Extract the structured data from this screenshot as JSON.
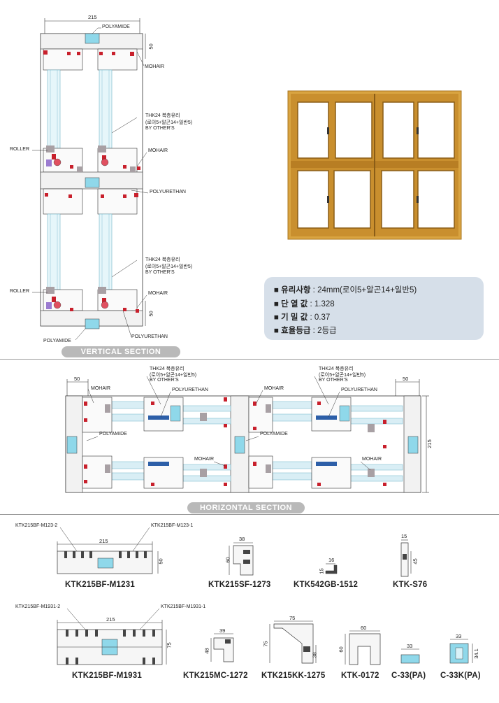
{
  "vertical_section": {
    "title": "VERTICAL SECTION",
    "width_dim": "215",
    "top_dim": "50",
    "bottom_dim": "50",
    "labels": {
      "polyamide_top": "POLYAMIDE",
      "mohair_1": "MOHAIR",
      "glass_1_line1": "THK24 복층유리",
      "glass_1_line2": "(로이5+알곤14+일반5)",
      "glass_1_line3": "BY OTHER'S",
      "roller_1": "ROLLER",
      "mohair_2": "MOHAIR",
      "polyurethan_1": "POLYURETHAN",
      "glass_2_line1": "THK24 복층유리",
      "glass_2_line2": "(로이5+알곤14+일반5)",
      "glass_2_line3": "BY OTHER'S",
      "roller_2": "ROLLER",
      "mohair_3": "MOHAIR",
      "polyurethan_2": "POLYURETHAN",
      "polyamide_bottom": "POLYAMIDE"
    }
  },
  "specs": [
    {
      "key": "유리사항",
      "value": "24mm(로이5+알곤14+일반5)"
    },
    {
      "key": "단 열 값",
      "value": "1.328"
    },
    {
      "key": "기 밀 값",
      "value": "0.37"
    },
    {
      "key": "효율등급",
      "value": "2등급"
    }
  ],
  "horizontal_section": {
    "title": "HORIZONTAL SECTION",
    "left_dim": "50",
    "right_dim": "50",
    "height_dim": "215",
    "labels": {
      "glass_left_line1": "THK24 복층유리",
      "glass_left_line2": "(로이5+알곤14+일반5)",
      "glass_left_line3": "BY OTHER'S",
      "glass_right_line1": "THK24 복층유리",
      "glass_right_line2": "(로이5+알곤14+일반5)",
      "glass_right_line3": "BY OTHER'S",
      "mohair_left": "MOHAIR",
      "polyurethan_left": "POLYURETHAN",
      "mohair_center": "MOHAIR",
      "polyurethan_right": "POLYURETHAN",
      "polyamide_left": "POLYAMIDE",
      "polyamide_center": "POLYAMIDE",
      "mohair_lower_left": "MOHAIR",
      "mohair_lower_right": "MOHAIR"
    }
  },
  "profiles": {
    "m1231": {
      "name": "KTK215BF-M1231",
      "part1": "KTK215BF-M123-1",
      "part2": "KTK215BF-M123-2",
      "width": "215",
      "height": "50"
    },
    "sf1273": {
      "name": "KTK215SF-1273",
      "width": "38",
      "height": "60"
    },
    "gb1512": {
      "name": "KTK542GB-1512",
      "width": "16",
      "height": "15"
    },
    "s76": {
      "name": "KTK-S76",
      "width": "15",
      "height": "45"
    },
    "m1931": {
      "name": "KTK215BF-M1931",
      "part1": "KTK215BF-M1931-1",
      "part2": "KTK215BF-M1931-2",
      "width": "215",
      "height": "75"
    },
    "mc1272": {
      "name": "KTK215MC-1272",
      "width": "39",
      "height": "48"
    },
    "kk1275": {
      "name": "KTK215KK-1275",
      "width": "75",
      "height": "75",
      "height2": "38"
    },
    "k0172": {
      "name": "KTK-0172",
      "width": "60",
      "height": "60"
    },
    "c33pa": {
      "name": "C-33(PA)",
      "width": "33"
    },
    "c33kpa": {
      "name": "C-33K(PA)",
      "width": "33",
      "height": "34.1"
    }
  },
  "colors": {
    "frame_wood": "#d9a441",
    "glass_blue": "#7fd3e6",
    "seal_red": "#c8202c",
    "section_tab": "#b9b9b9",
    "spec_box": "#d6dfe9"
  }
}
